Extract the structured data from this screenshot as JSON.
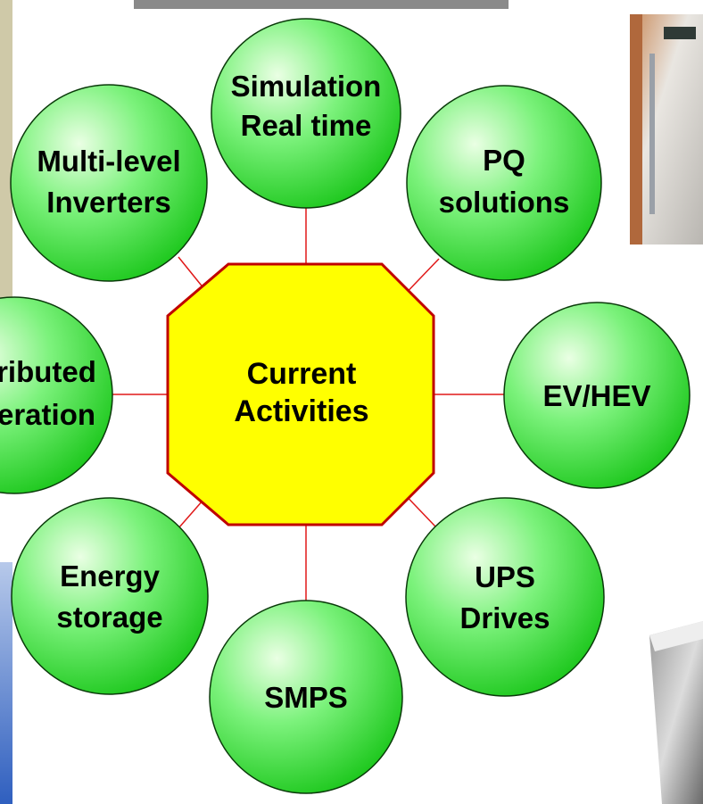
{
  "center": {
    "line1": "Current",
    "line2": "Activities"
  },
  "nodes": {
    "simulation": {
      "line1": "Simulation",
      "line2": "Real time"
    },
    "pq": {
      "line1": "PQ",
      "line2": "solutions"
    },
    "ev": {
      "line1": "EV/HEV"
    },
    "ups": {
      "line1": "UPS",
      "line2": "Drives"
    },
    "smps": {
      "line1": "SMPS"
    },
    "energy": {
      "line1": "Energy",
      "line2": "storage"
    },
    "distributed": {
      "line1": "ributed",
      "line2": "eration"
    },
    "multilevel": {
      "line1": "Multi-level",
      "line2": "Inverters"
    }
  },
  "colors": {
    "node_fill_light": "#d8ffd0",
    "node_fill_dark": "#22d022",
    "center_fill": "#ffff00",
    "center_stroke": "#c00000",
    "connector": "#e01818",
    "node_stroke": "#0a3a0a"
  }
}
